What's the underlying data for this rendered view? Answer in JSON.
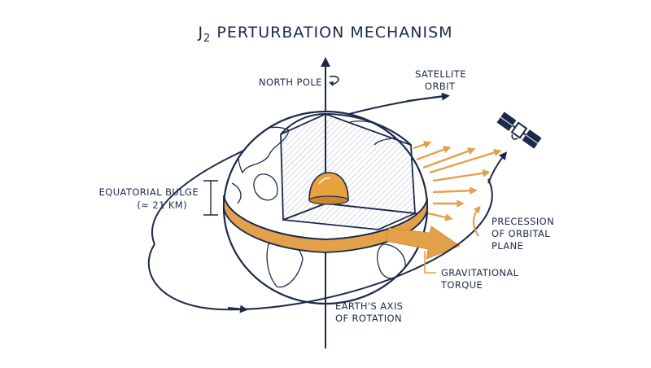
{
  "title": {
    "prefix": "J",
    "subscript": "2",
    "rest": " PERTURBATION MECHANISM"
  },
  "labels": {
    "north_pole": "NORTH POLE",
    "satellite_orbit": [
      "SATELLITE",
      "ORBIT"
    ],
    "equatorial_bulge": [
      "EQUATORIAL BULGE",
      "(≈ 21 KM)"
    ],
    "precession": [
      "PRECESSION",
      "OF ORBITAL",
      "PLANE"
    ],
    "torque": [
      "GRAVITATIONAL",
      "TORQUE"
    ],
    "axis": [
      "EARTH'S AXIS",
      "OF ROTATION"
    ]
  },
  "colors": {
    "navy": "#1c2a4a",
    "orange": "#e2a14a",
    "orange_dark": "#c9852f",
    "core": "#e9a03f",
    "white": "#ffffff"
  },
  "icons": [
    "rotation-arrow-icon",
    "satellite-icon",
    "core-hemisphere-icon"
  ]
}
